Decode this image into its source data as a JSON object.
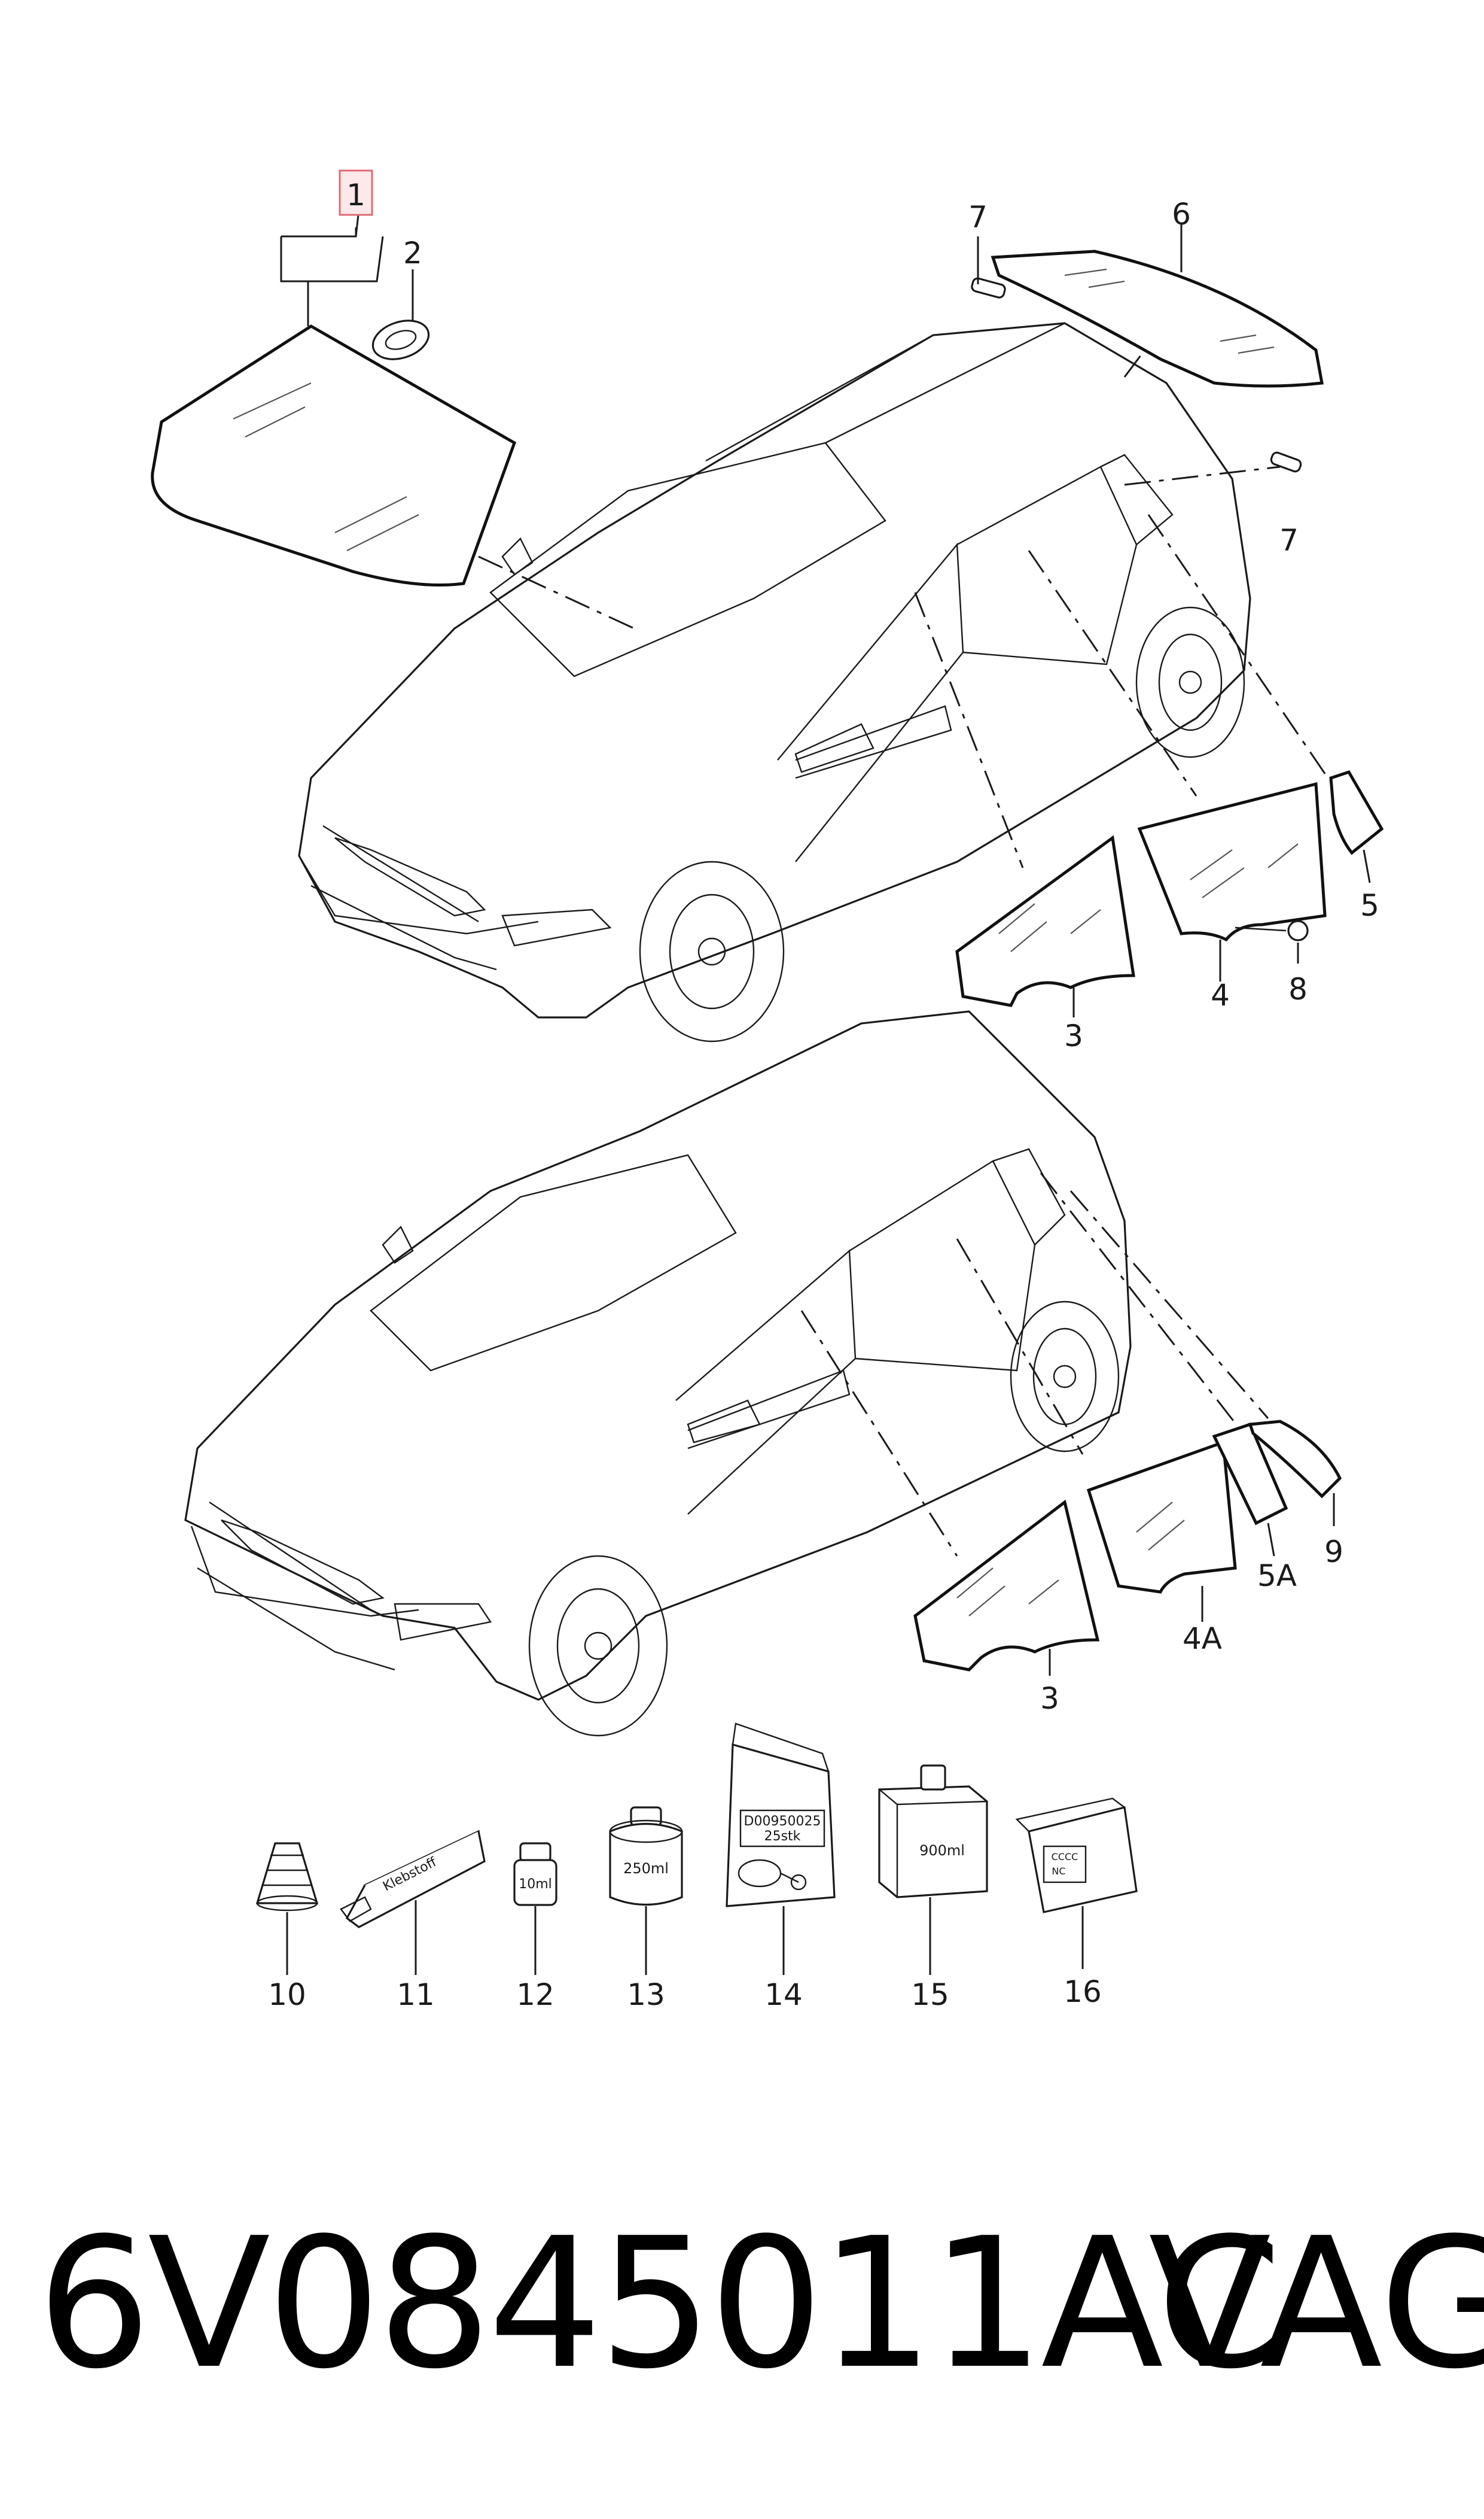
{
  "callouts": {
    "c1": "1",
    "c2": "2",
    "c3a": "3",
    "c4": "4",
    "c5": "5",
    "c6": "6",
    "c7a": "7",
    "c7b": "7",
    "c8": "8",
    "c3b": "3",
    "c4a": "4A",
    "c5a": "5A",
    "c9": "9",
    "c10": "10",
    "c11": "11",
    "c12": "12",
    "c13": "13",
    "c14": "14",
    "c15": "15",
    "c16": "16"
  },
  "accessories": {
    "tube_label": "Klebstoff",
    "bottle_small_label": "10ml",
    "can_label": "250ml",
    "bag_code": "D00950025",
    "bag_qty": "25stk",
    "box_label": "900ml",
    "cube_label_top": "CCCC",
    "cube_label_bottom": "NC"
  },
  "footer": {
    "part_number": "6V0845011AC",
    "brand": "VAG"
  },
  "colors": {
    "line": "#1a1a1a",
    "highlight_fill": "#fde9ea",
    "highlight_stroke": "#e06b75"
  }
}
